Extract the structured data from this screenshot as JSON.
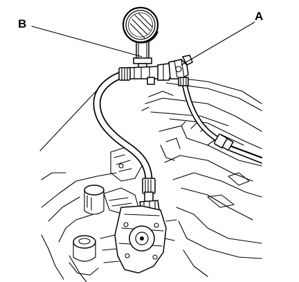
{
  "callouts": [
    {
      "id": "A",
      "text": "A"
    },
    {
      "id": "B",
      "text": "B"
    }
  ]
}
